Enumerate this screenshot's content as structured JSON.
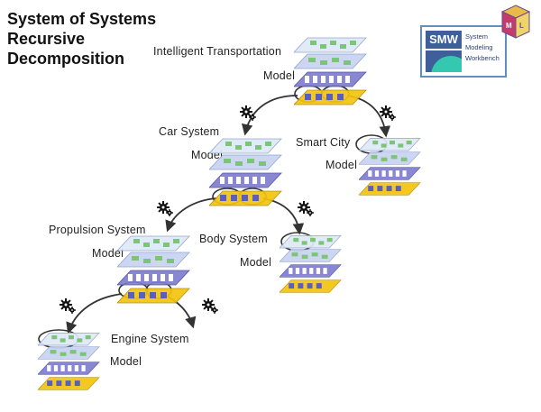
{
  "title": {
    "line1": "System of Systems",
    "line2": "Recursive",
    "line3": "Decomposition"
  },
  "logo": {
    "abbr": "SMW",
    "word1": "System",
    "word2": "Modeling",
    "word3": "Workbench"
  },
  "nodes": {
    "intelligent_transportation": {
      "name": "Intelligent Transportation",
      "model": "Model"
    },
    "car_system": {
      "name": "Car System",
      "model": "Model"
    },
    "smart_city": {
      "name": "Smart City",
      "model": "Model"
    },
    "propulsion_system": {
      "name": "Propulsion System",
      "model": "Model"
    },
    "body_system": {
      "name": "Body System",
      "model": "Model"
    },
    "engine_system": {
      "name": "Engine System",
      "model": "Model"
    }
  },
  "colors": {
    "arrow": "#333333",
    "layer_purple": "#7f7ccf",
    "layer_yellow": "#f1c40f",
    "node_green": "#7cc576",
    "logo_blue": "#3f5f9a",
    "logo_teal": "#35c8b0"
  }
}
